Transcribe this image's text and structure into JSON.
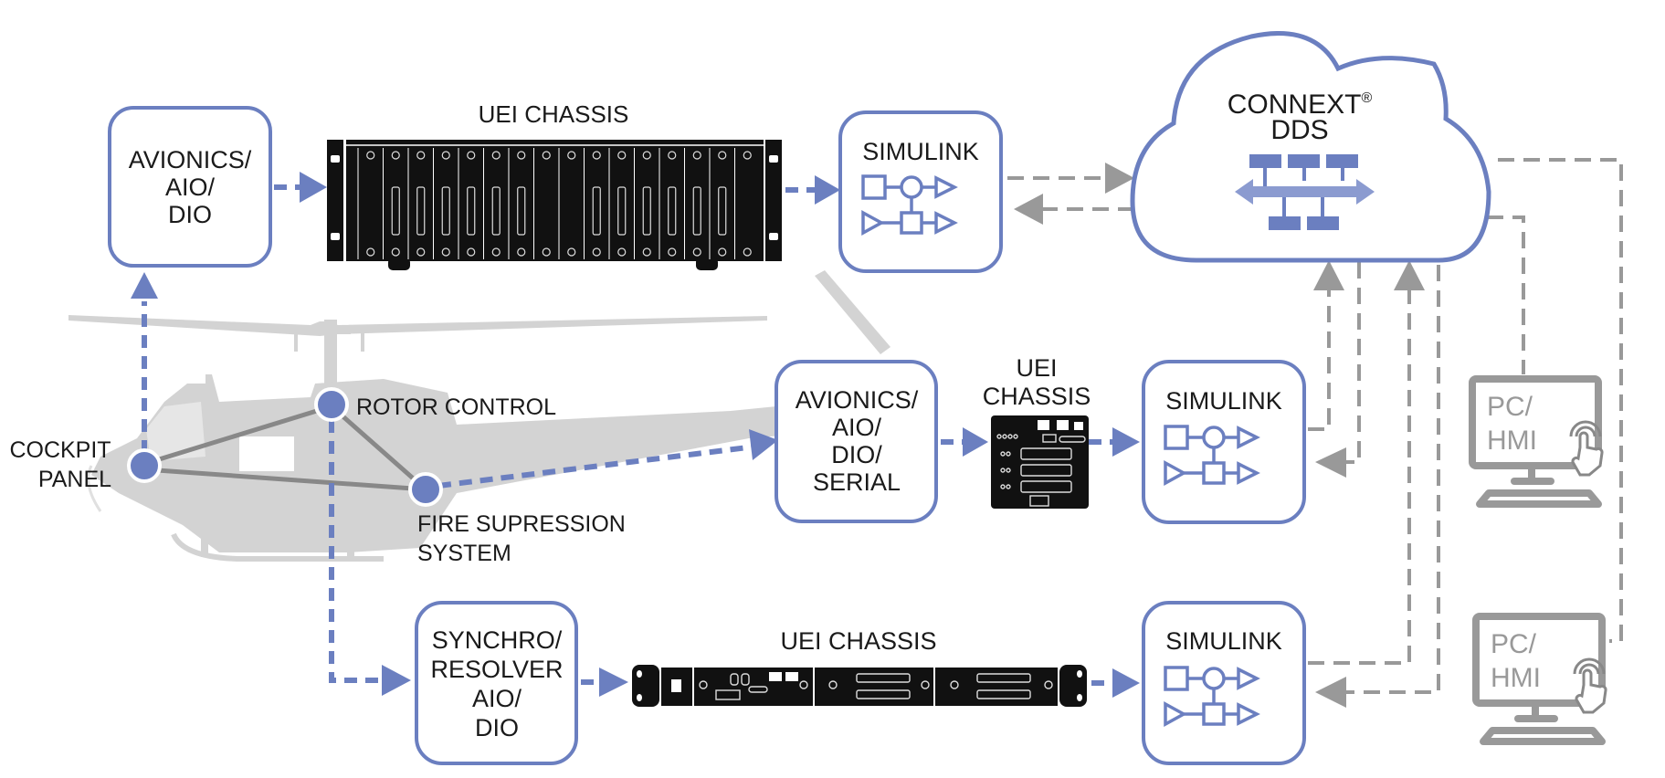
{
  "colors": {
    "accent_blue": "#6b7fc0",
    "connector_gray": "#999999",
    "helicopter_gray": "#d3d3d3",
    "chassis_black": "#111111",
    "text": "#1a1a1a"
  },
  "top_row": {
    "avionics_box": {
      "lines": [
        "AVIONICS/",
        "AIO/",
        "DIO"
      ]
    },
    "chassis": {
      "label": "UEI CHASSIS",
      "icon": "rack-chassis-3u-icon"
    },
    "simulink": {
      "label": "SIMULINK",
      "icon": "simulink-block-diagram-icon"
    }
  },
  "cloud": {
    "title_line1": "CONNEXT",
    "registered_mark": "®",
    "title_line2": "DDS",
    "icon": "dds-databus-icon"
  },
  "helicopter": {
    "icon": "helicopter-silhouette",
    "nodes": [
      {
        "id": "cockpit",
        "lines": [
          "COCKPIT",
          "PANEL"
        ]
      },
      {
        "id": "rotor",
        "lines": [
          "ROTOR CONTROL"
        ]
      },
      {
        "id": "fire",
        "lines": [
          "FIRE SUPRESSION",
          "SYSTEM"
        ]
      }
    ]
  },
  "middle_row": {
    "avionics_box": {
      "lines": [
        "AVIONICS/",
        "AIO/",
        "DIO/",
        "SERIAL"
      ]
    },
    "chassis": {
      "lines": [
        "UEI",
        "CHASSIS"
      ],
      "icon": "compact-chassis-icon"
    },
    "simulink": {
      "label": "SIMULINK",
      "icon": "simulink-block-diagram-icon"
    }
  },
  "bottom_row": {
    "synchro_box": {
      "lines": [
        "SYNCHRO/",
        "RESOLVER",
        "AIO/",
        "DIO"
      ]
    },
    "chassis": {
      "label": "UEI CHASSIS",
      "icon": "rack-chassis-1u-icon"
    },
    "simulink": {
      "label": "SIMULINK",
      "icon": "simulink-block-diagram-icon"
    }
  },
  "hmi": [
    {
      "lines": [
        "PC/",
        "HMI"
      ],
      "icon": "touch-monitor-icon"
    },
    {
      "lines": [
        "PC/",
        "HMI"
      ],
      "icon": "touch-monitor-icon"
    }
  ]
}
